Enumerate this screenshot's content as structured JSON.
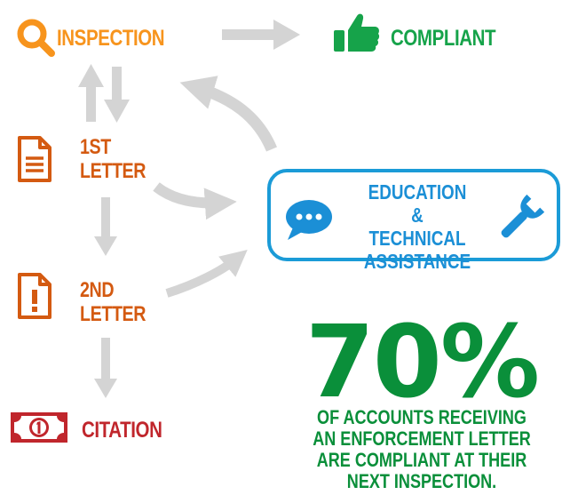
{
  "nodes": {
    "inspection": "INSPECTION",
    "compliant": "COMPLIANT",
    "letter1": [
      "1ST",
      "LETTER"
    ],
    "letter2": [
      "2ND",
      "LETTER"
    ],
    "citation": "CITATION",
    "education": [
      "EDUCATION &",
      "TECHNICAL",
      "ASSISTANCE"
    ]
  },
  "stat": {
    "value": "70%",
    "caption": [
      "OF ACCOUNTS RECEIVING",
      "AN ENFORCEMENT LETTER",
      "ARE COMPLIANT AT THEIR",
      "NEXT INSPECTION."
    ]
  },
  "icons": {
    "inspection": "magnifier-icon",
    "compliant": "thumbs-up-icon",
    "letter1": "document-icon",
    "letter2": "document-alert-icon",
    "citation": "money-bill-icon",
    "education_left": "speech-bubble-icon",
    "education_right": "wrench-icon"
  },
  "colors": {
    "inspection": "#f7941d",
    "compliant": "#16a34a",
    "letters": "#d45a11",
    "citation": "#c0262c",
    "education": "#1b8fd6",
    "stat": "#0a8f3a",
    "arrows": "#d4d4d4"
  }
}
